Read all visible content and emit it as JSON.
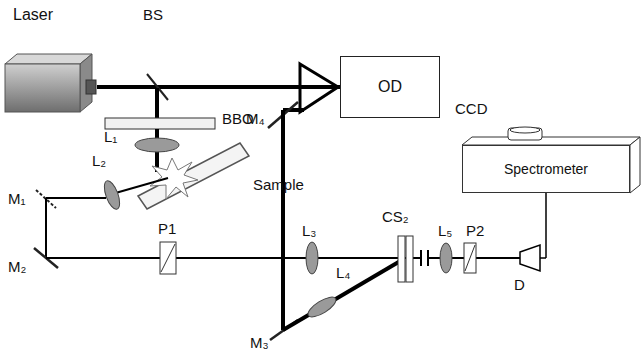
{
  "diagram": {
    "nodes": [
      {
        "text": [
          "Laser"
        ]
      },
      {
        "text": [
          "OD"
        ]
      },
      {
        "text": [
          "CCD",
          "Spectrometer"
        ]
      }
    ],
    "edges": [
      {
        "from": 0,
        "to": 1,
        "arrow": "none"
      }
    ],
    "labels": [
      "BS",
      "BBO",
      "L₁",
      "L₂",
      "M₁",
      "Sample",
      "M₂",
      "P1",
      "M₄",
      "L₃",
      "L₄",
      "M₃",
      "CS₂",
      "L₅",
      "P2",
      "D"
    ]
  }
}
